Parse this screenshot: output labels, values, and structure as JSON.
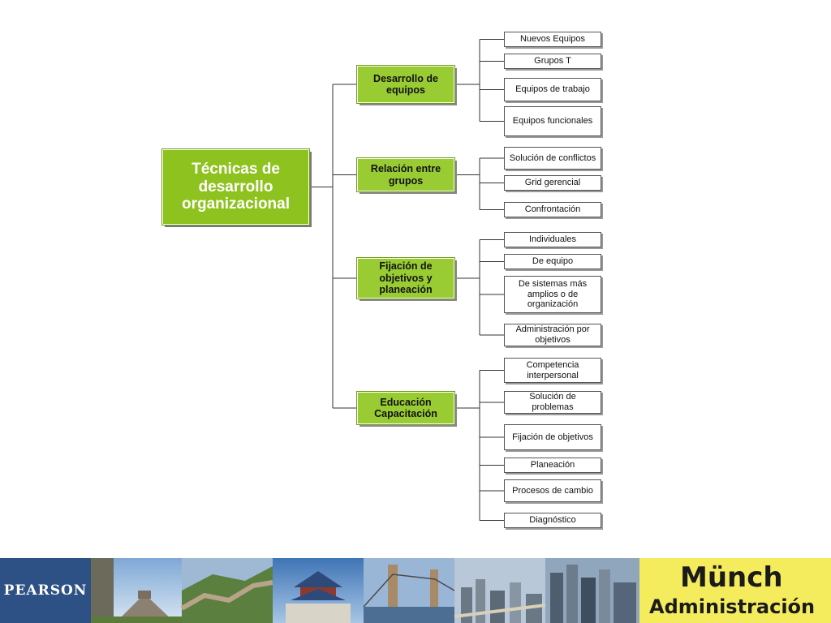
{
  "diagram": {
    "root": "Técnicas de desarrollo organizacional",
    "categories": [
      {
        "label": "Desarrollo de equipos",
        "items": [
          "Nuevos Equipos",
          "Grupos T",
          "Equipos de trabajo",
          "Equipos funcionales"
        ]
      },
      {
        "label": "Relación entre grupos",
        "items": [
          "Solución de conflictos",
          "Grid gerencial",
          "Confrontación"
        ]
      },
      {
        "label": "Fijación de objetivos y planeación",
        "items": [
          "Individuales",
          "De equipo",
          "De sistemas más amplios o de organización",
          "Administración por objetivos"
        ]
      },
      {
        "label": "Educación Capacitación",
        "items": [
          "Competencia interpersonal",
          "Solución de problemas",
          "Fijación de objetivos",
          "Planeación",
          "Procesos de cambio",
          "Diagnóstico"
        ]
      }
    ]
  },
  "footer": {
    "publisher": "PEARSON",
    "author": "Münch",
    "book_title": "Administración"
  }
}
